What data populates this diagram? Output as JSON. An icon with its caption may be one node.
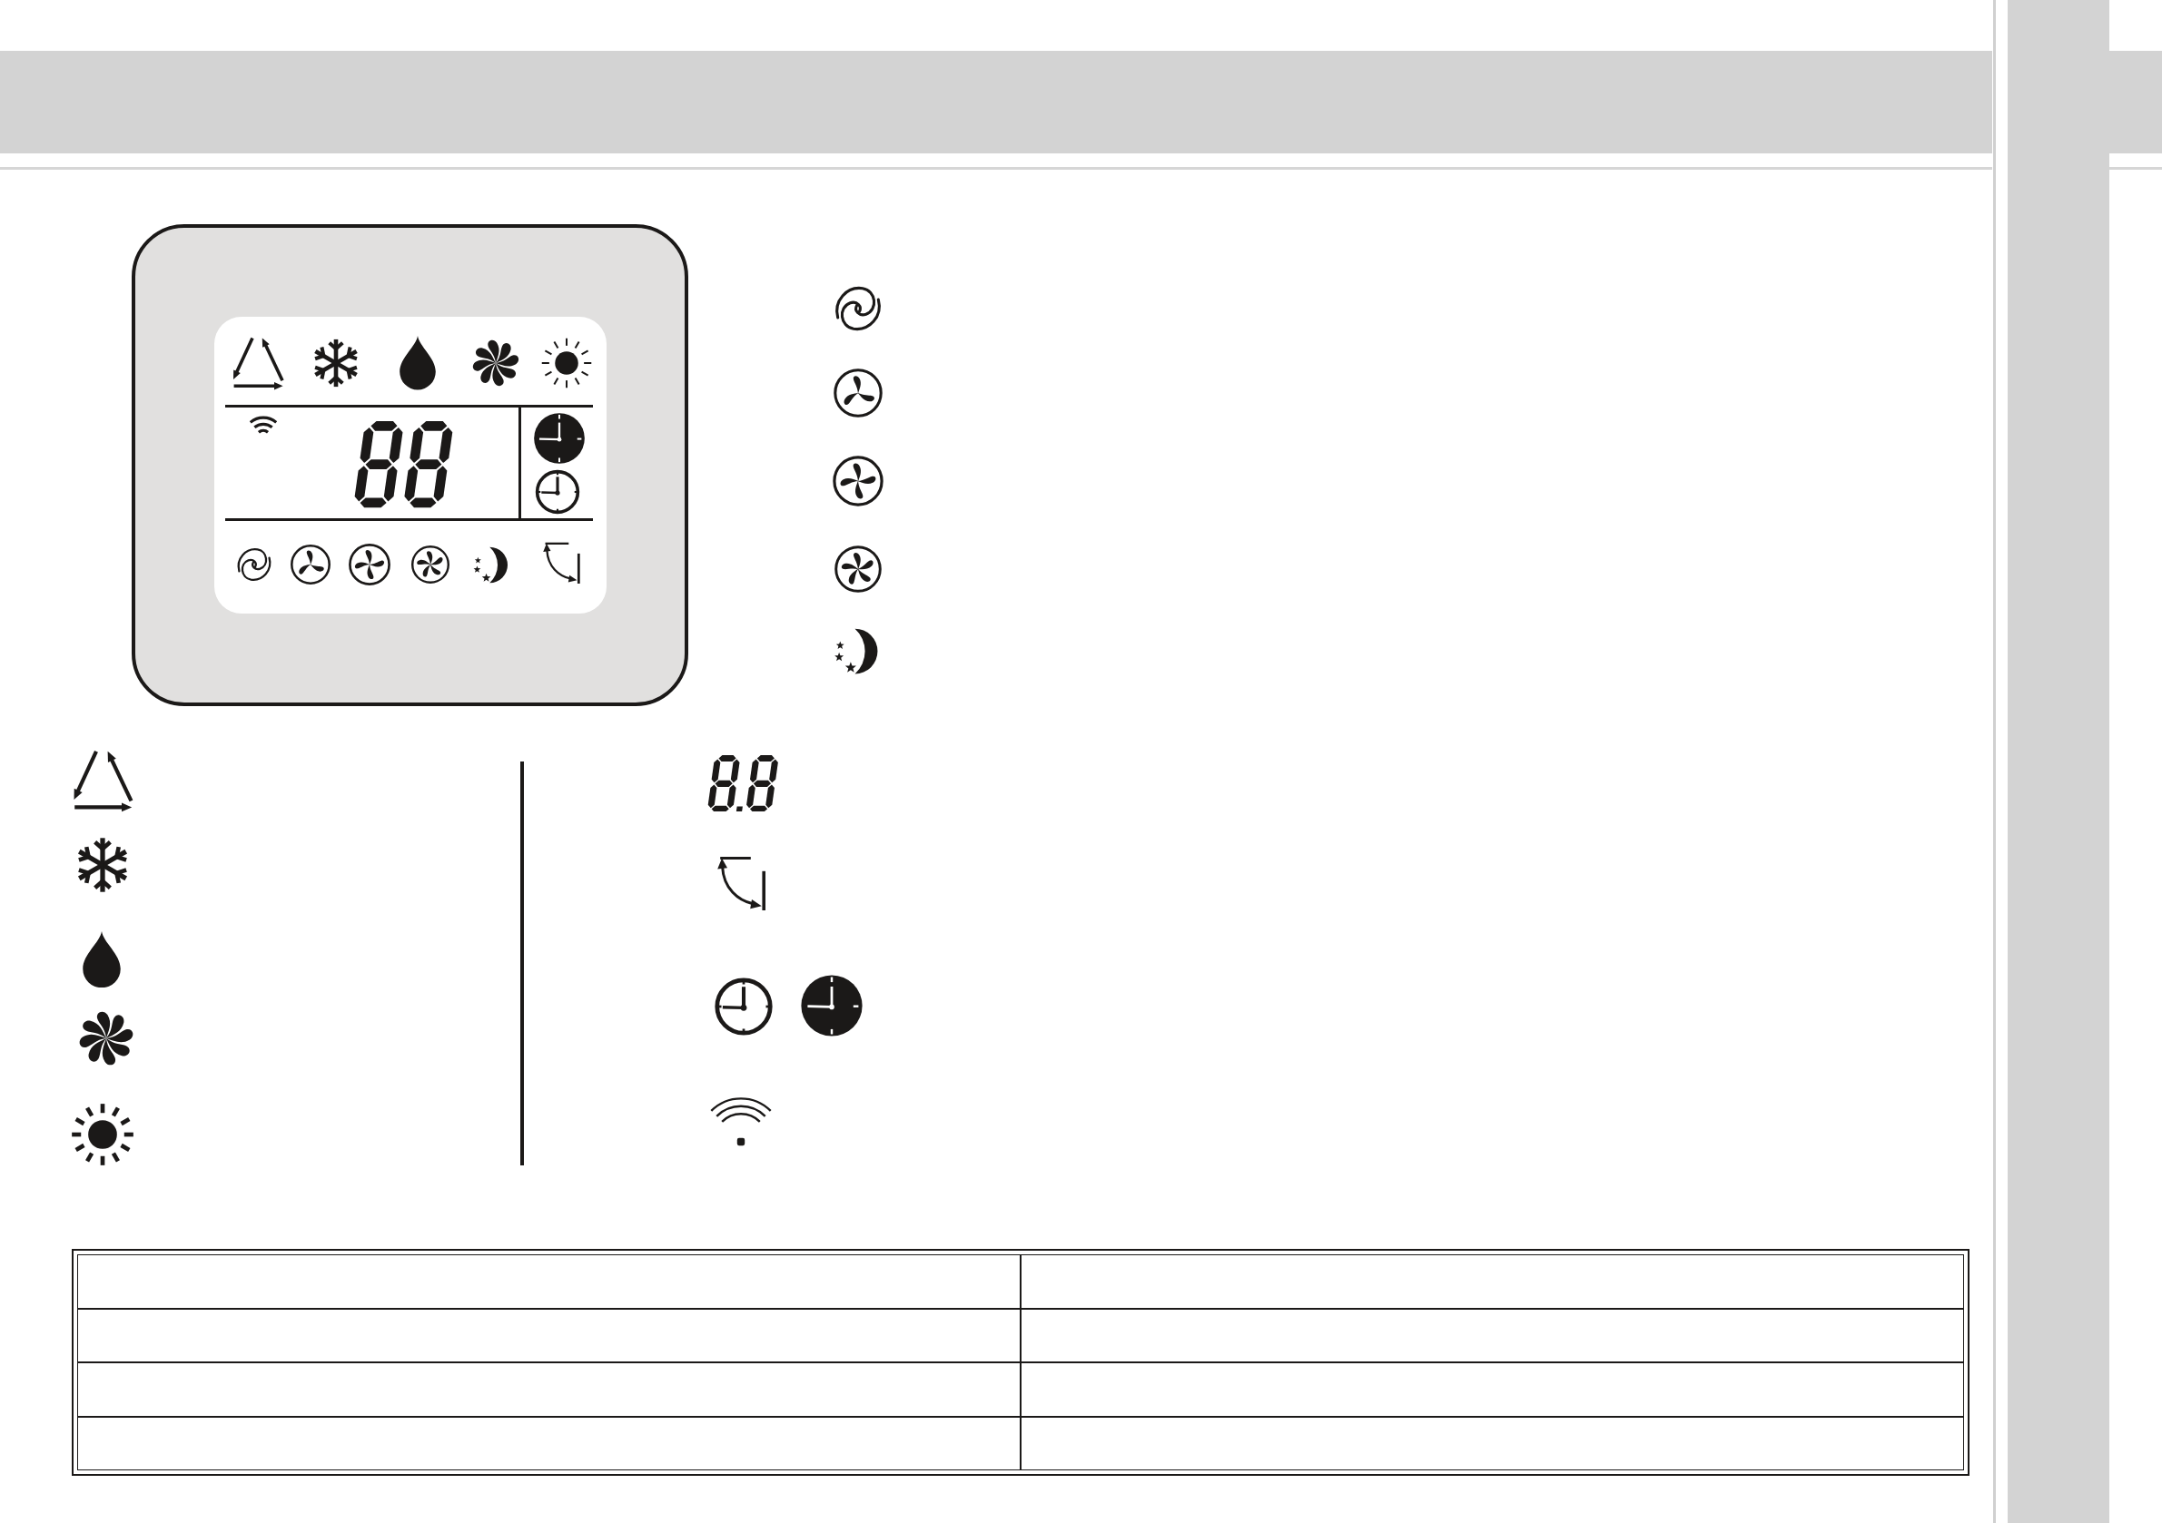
{
  "diagram": {
    "nodes": [
      {
        "text": [],
        "shape": "bar"
      },
      {
        "text": [],
        "shape": "box"
      },
      {
        "text": [],
        "shape": "box",
        "in": 1
      }
    ]
  }
}
